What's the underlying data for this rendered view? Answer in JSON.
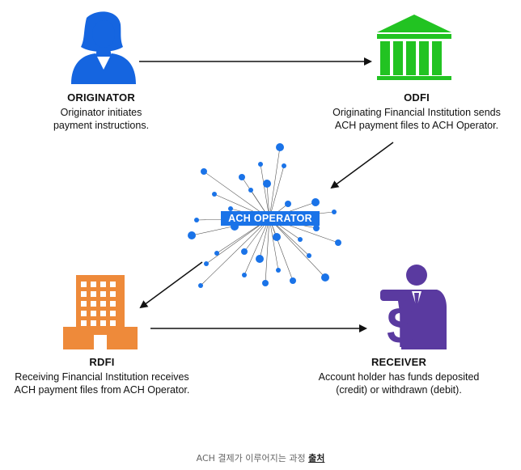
{
  "nodes": {
    "originator": {
      "title": "ORIGINATOR",
      "desc1": "Originator initiates",
      "desc2": "payment instructions."
    },
    "odfi": {
      "title": "ODFI",
      "desc1": "Originating Financial Institution sends",
      "desc2": "ACH payment files to ACH Operator."
    },
    "operator": {
      "title": "ACH OPERATOR"
    },
    "rdfi": {
      "title": "RDFI",
      "desc1": "Receiving Financial Institution receives",
      "desc2": "ACH payment files from ACH Operator."
    },
    "receiver": {
      "title": "RECEIVER",
      "desc1": "Account holder has funds deposited",
      "desc2": "(credit) or withdrawn (debit)."
    }
  },
  "caption": {
    "text": "ACH 결제가 이루어지는 과정 ",
    "link": "출처"
  },
  "colors": {
    "originator": "#1565e0",
    "odfi": "#22c322",
    "operator": "#1a73e8",
    "rdfi": "#ee8a3a",
    "receiver": "#5a3aa0",
    "arrow": "#111111"
  },
  "icons": {
    "originator": "person-icon",
    "odfi": "bank-building-icon",
    "operator": "network-hub-icon",
    "rdfi": "office-building-icon",
    "receiver": "businessman-dollar-icon"
  }
}
